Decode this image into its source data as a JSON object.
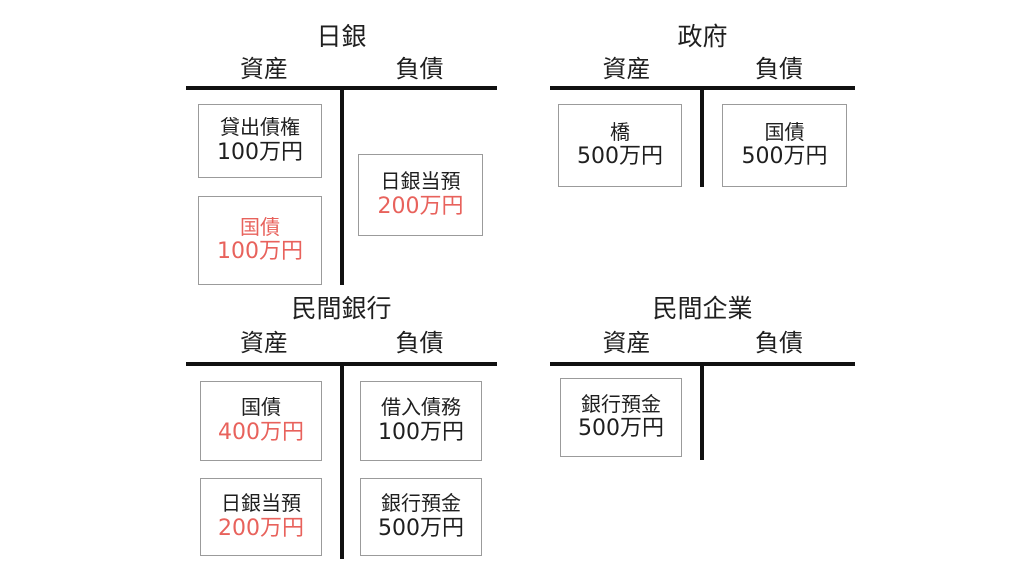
{
  "colors": {
    "accent_red": "#e8625c",
    "text_black": "#1f1f1f",
    "box_border": "#9b9b9b",
    "rule": "#111111",
    "background": "#ffffff"
  },
  "column_headings": {
    "assets": "資産",
    "liabilities": "負債"
  },
  "quadrants": [
    {
      "id": "boj",
      "title": "日銀",
      "assets": [
        {
          "label": "貸出債権",
          "label_color": "black",
          "amount": "100万円",
          "amount_color": "black"
        },
        {
          "label": "国債",
          "label_color": "red",
          "amount": "100万円",
          "amount_color": "red"
        }
      ],
      "liabilities": [
        {
          "label": "日銀当預",
          "label_color": "black",
          "amount": "200万円",
          "amount_color": "red"
        }
      ]
    },
    {
      "id": "government",
      "title": "政府",
      "assets": [
        {
          "label": "橋",
          "label_color": "black",
          "amount": "500万円",
          "amount_color": "black"
        }
      ],
      "liabilities": [
        {
          "label": "国債",
          "label_color": "black",
          "amount": "500万円",
          "amount_color": "black"
        }
      ]
    },
    {
      "id": "private-bank",
      "title": "民間銀行",
      "assets": [
        {
          "label": "国債",
          "label_color": "black",
          "amount": "400万円",
          "amount_color": "red"
        },
        {
          "label": "日銀当預",
          "label_color": "black",
          "amount": "200万円",
          "amount_color": "red"
        }
      ],
      "liabilities": [
        {
          "label": "借入債務",
          "label_color": "black",
          "amount": "100万円",
          "amount_color": "black"
        },
        {
          "label": "銀行預金",
          "label_color": "black",
          "amount": "500万円",
          "amount_color": "black"
        }
      ]
    },
    {
      "id": "private-firm",
      "title": "民間企業",
      "assets": [
        {
          "label": "銀行預金",
          "label_color": "black",
          "amount": "500万円",
          "amount_color": "black"
        }
      ],
      "liabilities": []
    }
  ]
}
